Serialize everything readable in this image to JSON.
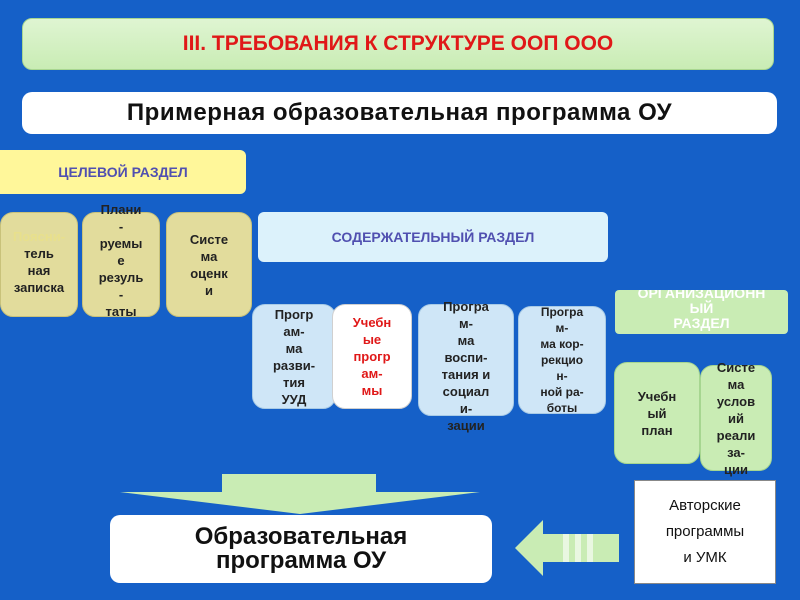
{
  "header": {
    "title": "III. ТРЕБОВАНИЯ К СТРУКТУРЕ ООП ООО",
    "subtitle": "Примерная образовательная программа ОУ"
  },
  "sections": {
    "target": "ЦЕЛЕВОЙ РАЗДЕЛ",
    "content": "СОДЕРЖАТЕЛЬНЫЙ РАЗДЕЛ",
    "org_line1": "ОРГАНИЗАЦИОНН",
    "org_line2": "ЫЙ",
    "org_line3": "РАЗДЕЛ"
  },
  "target_items": {
    "note": [
      "Поясни-",
      "тель",
      "ная",
      "записка"
    ],
    "planned": [
      "Плани",
      "-",
      "руемы",
      "е",
      "резуль",
      "-",
      "таты"
    ],
    "assessment": [
      "Систе",
      "ма",
      "оценк",
      "и"
    ]
  },
  "content_items": {
    "uud": [
      "Прогр",
      "ам-",
      "ма",
      "разви-",
      "тия",
      "УУД"
    ],
    "subjects": [
      "Учебн",
      "ые",
      "прогр",
      "ам-",
      "мы"
    ],
    "upbringing": [
      "Програ",
      "м-",
      "ма",
      "воспи-",
      "тания и",
      "социал",
      "и-",
      "зации"
    ],
    "correction": [
      "Програ",
      "м-",
      "ма кор-",
      "рекцио",
      "н-",
      "ной ра-",
      "боты"
    ]
  },
  "org_items": {
    "plan": [
      "Учебн",
      "ый",
      "план"
    ],
    "conditions": [
      "Систе",
      "ма",
      "услов",
      "ий",
      "реали",
      "за-",
      "ции"
    ]
  },
  "bottom": {
    "program_line1": "Образовательная",
    "program_line2": "программа ОУ",
    "author_line1": "Авторские",
    "author_line2": "программы",
    "author_line3": "и УМК"
  },
  "colors": {
    "background": "#1560c8",
    "title_text": "#e01818",
    "section_text": "#5050b0",
    "tan_tile": "#e2dc9c",
    "blue_tile": "#cfe6f7",
    "green_tile": "#c9ecb4",
    "arrow": "#c9ecb4"
  }
}
